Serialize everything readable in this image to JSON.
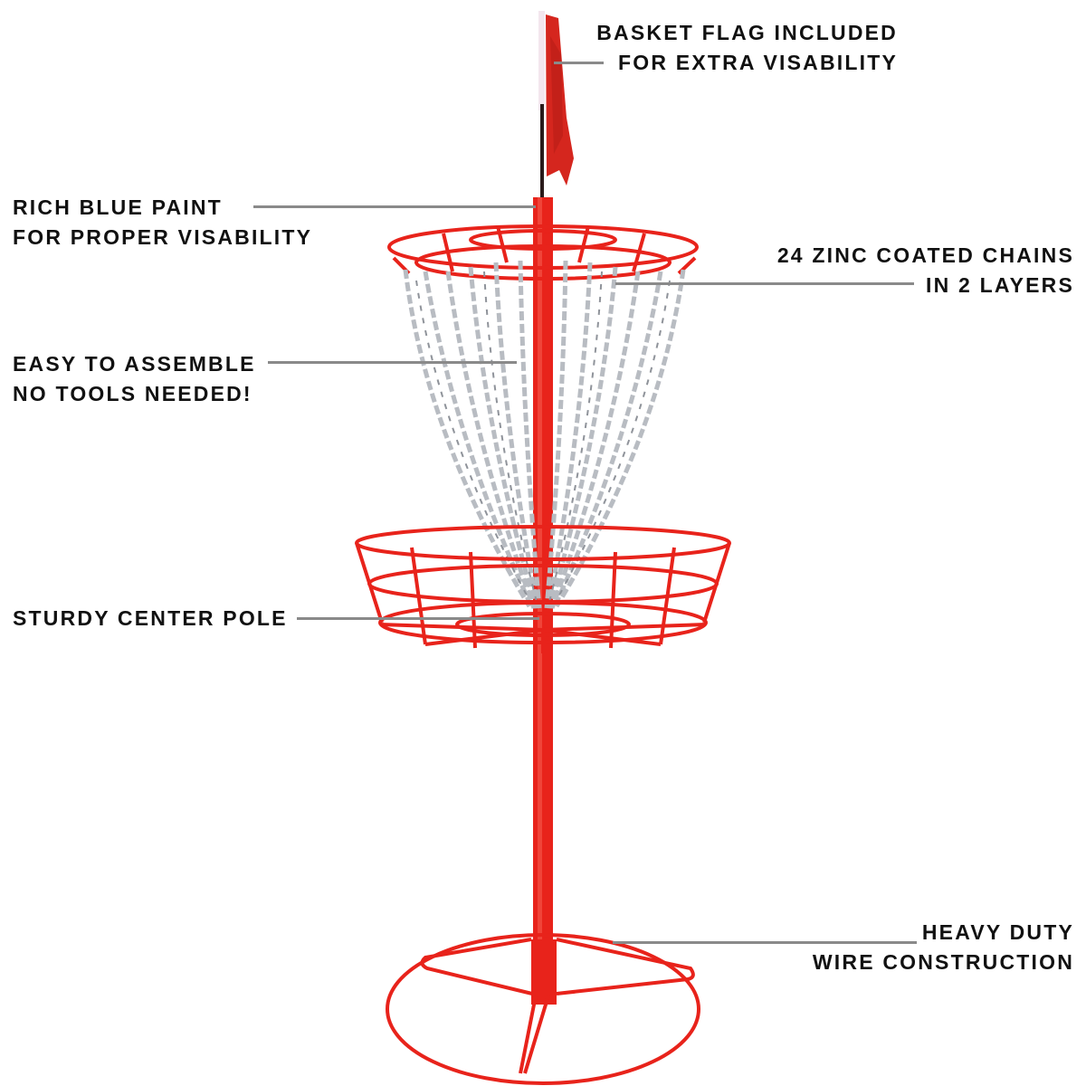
{
  "colors": {
    "basket_red": "#e8231b",
    "chain_silver": "#c9ccd0",
    "leader_gray": "#8a8a8a",
    "text": "#111111",
    "background": "#ffffff"
  },
  "product": {
    "name": "Disc golf basket",
    "icon": "disc-golf-basket-illustration"
  },
  "callouts": [
    {
      "id": "flag",
      "lines": [
        "BASKET FLAG INCLUDED",
        "FOR EXTRA VISABILITY"
      ]
    },
    {
      "id": "paint",
      "lines": [
        "RICH BLUE PAINT",
        "FOR PROPER VISABILITY"
      ]
    },
    {
      "id": "chains",
      "lines": [
        "24 ZINC COATED CHAINS",
        "IN 2 LAYERS"
      ]
    },
    {
      "id": "assembly",
      "lines": [
        "EASY TO ASSEMBLE",
        "NO TOOLS NEEDED!"
      ]
    },
    {
      "id": "pole",
      "lines": [
        "STURDY CENTER POLE"
      ]
    },
    {
      "id": "wire",
      "lines": [
        "HEAVY DUTY",
        "WIRE CONSTRUCTION"
      ]
    }
  ]
}
